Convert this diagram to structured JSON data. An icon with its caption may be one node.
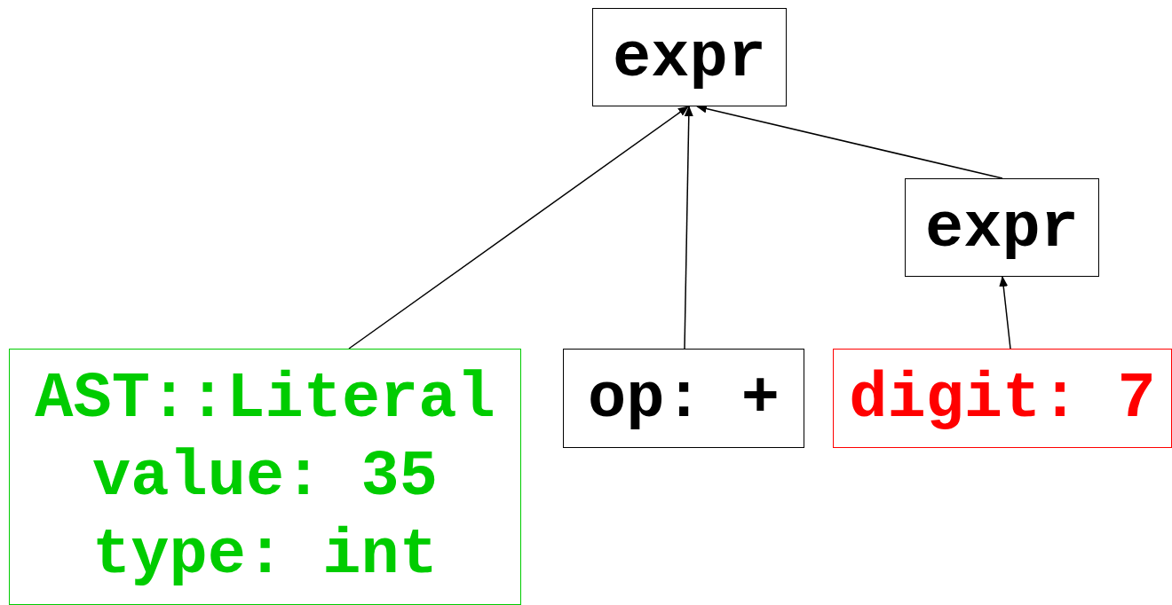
{
  "diagram": {
    "nodes": [
      {
        "text": [
          "expr"
        ]
      },
      {
        "text": [
          "expr"
        ]
      },
      {
        "text": [
          "AST::Literal",
          "value: 35",
          "type: int"
        ]
      },
      {
        "text": [
          "op: +"
        ]
      },
      {
        "text": [
          "digit: 7"
        ]
      }
    ],
    "edges": [
      {
        "from": 2,
        "to": 0,
        "arrow": "to"
      },
      {
        "from": 3,
        "to": 0,
        "arrow": "to"
      },
      {
        "from": 1,
        "to": 0,
        "arrow": "to"
      },
      {
        "from": 4,
        "to": 1,
        "arrow": "to"
      }
    ]
  }
}
